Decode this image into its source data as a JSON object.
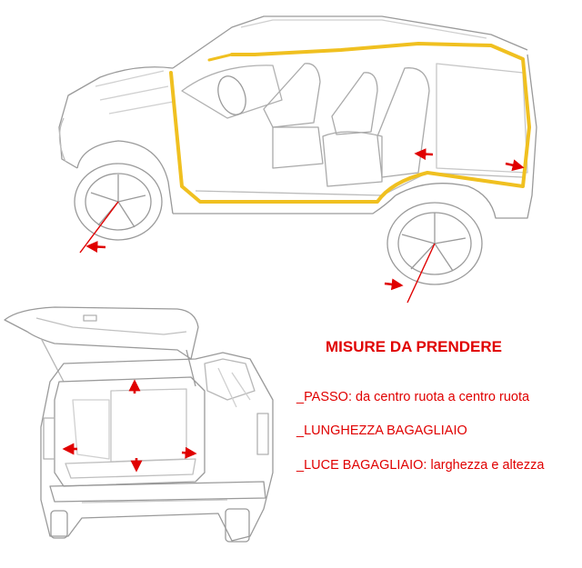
{
  "heading": "MISURE DA PRENDERE",
  "notes": [
    "_PASSO: da centro ruota a centro ruota",
    "_LUNGHEZZA BAGAGLIAIO",
    "_LUCE BAGAGLIAIO: larghezza e altezza"
  ],
  "colors": {
    "accent": "#e00000",
    "interior_outline": "#f0c020",
    "sketch_line": "#9a9a9a",
    "background": "#ffffff"
  },
  "illustrations": {
    "top": "car-cutaway-side-view",
    "bottom": "car-rear-open-tailgate-view"
  }
}
